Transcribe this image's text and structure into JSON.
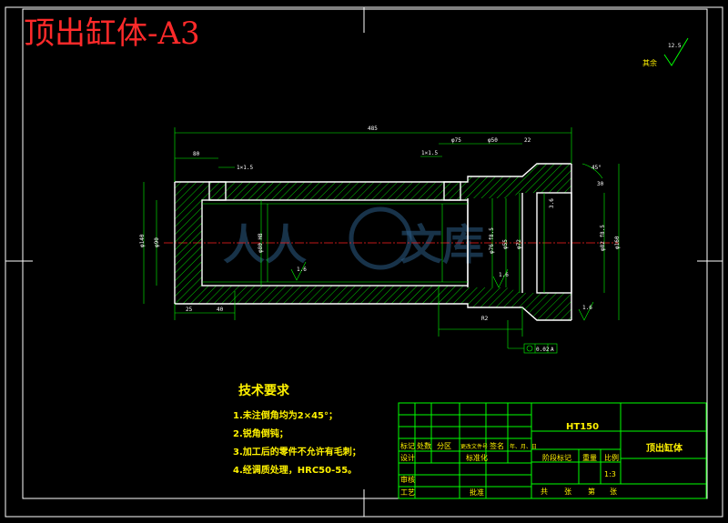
{
  "title": "顶出缸体-A3",
  "dimensions": {
    "overall_length": "485",
    "left_bore_len": "80",
    "chamfer_left": "1×1.5",
    "chamfer_right": "1×1.5",
    "phi_small": "φ75",
    "phi_mid": "φ50",
    "dim_22": "22",
    "dim_30": "30",
    "left_outer": "φ140",
    "left_inner": "φ90",
    "bore_h8": "φ80 H8",
    "right_bore1": "φ76 f8.5",
    "right_bore2": "φ55",
    "right_bore3": "φ72",
    "flange_bore": "φ82 f8.5",
    "flange_outer": "φ160",
    "bottom_left1": "25",
    "bottom_left2": "40",
    "angle": "45°",
    "r_label": "R2",
    "rough_a": "1.6",
    "rough_b": "1.6",
    "rough_c": "1.6",
    "flange_depth": "3.6",
    "tolerance_frame": "0.02",
    "tolerance_ref": "A"
  },
  "surface_note": {
    "text": "其余",
    "value": "12.5"
  },
  "tech_requirements": {
    "title": "技术要求",
    "items": [
      "1.未注倒角均为2×45°；",
      "2.锐角倒钝；",
      "3.加工后的零件不允许有毛刺；",
      "4.经调质处理，HRC50-55。"
    ]
  },
  "title_block": {
    "material": "HT150",
    "part_name": "顶出缸体",
    "headers": [
      "标记",
      "处数",
      "分区",
      "更改文件号",
      "签名",
      "年、月、日"
    ],
    "design_row": [
      "设计",
      "标准化"
    ],
    "stage_label": "阶段标记",
    "weight_label": "重量",
    "scale_label": "比例",
    "scale_value": "1:3",
    "review": "审核",
    "process": "工艺",
    "approve": "批准",
    "sheet_a": "共",
    "sheet_b": "张",
    "sheet_c": "第",
    "sheet_d": "张"
  },
  "watermark": {
    "left": "人人",
    "right": "文库"
  }
}
